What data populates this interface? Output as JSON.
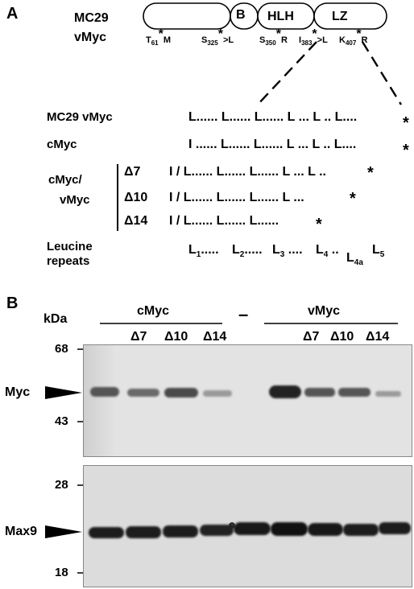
{
  "panel_a": {
    "letter": "A",
    "domain_label": "MC29",
    "vmyc_label": "vMyc",
    "domains": [
      "B",
      "HLH",
      "LZ"
    ],
    "mutations": [
      {
        "pre": "T",
        "sub": "61",
        "post": "M"
      },
      {
        "pre": "S",
        "sub": "325",
        "post": ">L"
      },
      {
        "pre": "S",
        "sub": "350",
        "post": "R"
      },
      {
        "pre": "I",
        "sub": "383",
        "post": ">L"
      },
      {
        "pre": "K",
        "sub": "407",
        "post": "R"
      }
    ],
    "star": "*",
    "rows": {
      "mc29": {
        "label": "MC29 vMyc",
        "seq": "L...... L...... L...... L ... L .. L...."
      },
      "cmyc": {
        "label": "cMyc",
        "seq": "I ...... L...... L...... L ... L .. L...."
      },
      "group_label_1": "cMyc/",
      "group_label_2": "vMyc",
      "d7": {
        "label": "Δ7",
        "seq": "I / L...... L...... L...... L ... L .."
      },
      "d10": {
        "label": "Δ10",
        "seq": "I / L...... L...... L...... L ..."
      },
      "d14": {
        "label": "Δ14",
        "seq": "I / L...... L...... L......"
      },
      "leucine_1": "Leucine",
      "leucine_2": "repeats"
    },
    "leucine_marks": [
      {
        "L": "L",
        "sub": "1"
      },
      {
        "L": "L",
        "sub": "2"
      },
      {
        "L": "L",
        "sub": "3"
      },
      {
        "L": "L",
        "sub": "4"
      },
      {
        "L": "L",
        "sub": "4a"
      },
      {
        "L": "L",
        "sub": "5"
      }
    ]
  },
  "panel_b": {
    "letter": "B",
    "kda": "kDa",
    "group_cmyc": "cMyc",
    "group_dash": "–",
    "group_vmyc": "vMyc",
    "lanes": [
      "Δ7",
      "Δ10",
      "Δ14",
      "Δ7",
      "Δ10",
      "Δ14"
    ],
    "mw_top": [
      "68",
      "43"
    ],
    "mw_bottom": [
      "28",
      "18"
    ],
    "band_top": "Myc",
    "band_bottom": "Max9"
  }
}
